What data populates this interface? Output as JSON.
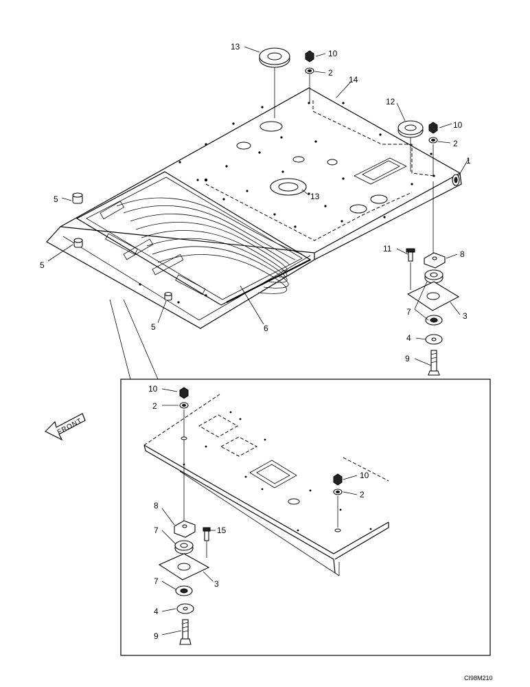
{
  "drawing_code": "CI98M210",
  "front_label": "FRONT",
  "labels": {
    "l1": "1",
    "l2a": "2",
    "l2b": "2",
    "l2c": "2",
    "l2d": "2",
    "l3a": "3",
    "l3b": "3",
    "l4a": "4",
    "l4b": "4",
    "l5a": "5",
    "l5b": "5",
    "l5c": "5",
    "l6": "6",
    "l7a": "7",
    "l7b": "7",
    "l7c": "7",
    "l8a": "8",
    "l8b": "8",
    "l9a": "9",
    "l9b": "9",
    "l10a": "10",
    "l10b": "10",
    "l10c": "10",
    "l10d": "10",
    "l11": "11",
    "l12": "12",
    "l13a": "13",
    "l13b": "13",
    "l14": "14",
    "l15": "15"
  }
}
